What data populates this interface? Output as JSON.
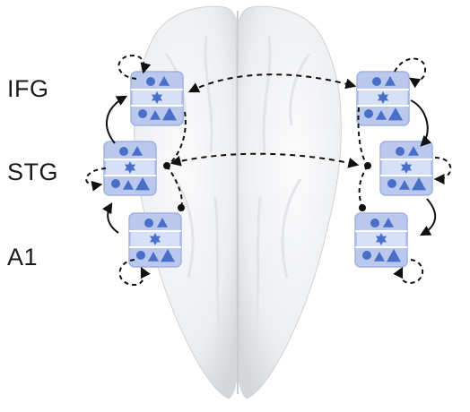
{
  "labels": {
    "ifg": "IFG",
    "stg": "STG",
    "a1": "A1"
  },
  "colors": {
    "module_fill": "#b9c8ec",
    "module_band": "#d6e0f6",
    "module_border": "#9fb2e0",
    "glyph": "#4a6fc9",
    "arrow": "#111111",
    "brain_light": "#f5f6f7",
    "brain_shade": "#d9dbdd"
  },
  "glyphs": [
    "circle",
    "triangle",
    "star",
    "circle",
    "triangle",
    "triangle"
  ]
}
